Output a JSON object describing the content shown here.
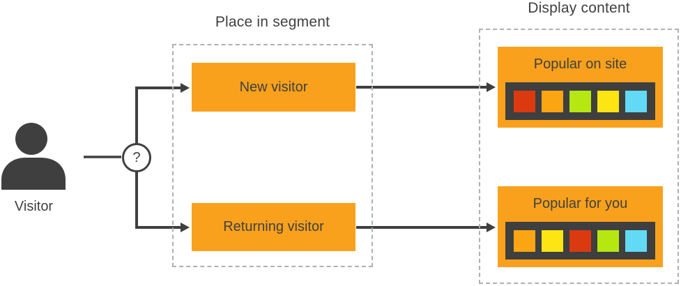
{
  "colors": {
    "orange": "#f9a11d",
    "dark": "#3f3f3f",
    "dashed_border": "#b0b0b0",
    "text": "#404040"
  },
  "visitor": {
    "label": "Visitor",
    "icon": "person-icon"
  },
  "decision": {
    "symbol": "?"
  },
  "segment_section": {
    "title": "Place in segment",
    "items": [
      {
        "label": "New visitor"
      },
      {
        "label": "Returning visitor"
      }
    ]
  },
  "display_section": {
    "title": "Display content",
    "cards": [
      {
        "title": "Popular on site",
        "tiles": [
          "#db390f",
          "#fba512",
          "#b6e711",
          "#fce513",
          "#62daf6"
        ]
      },
      {
        "title": "Popular for you",
        "tiles": [
          "#fba512",
          "#fce513",
          "#db390f",
          "#b6e711",
          "#62daf6"
        ]
      }
    ]
  }
}
